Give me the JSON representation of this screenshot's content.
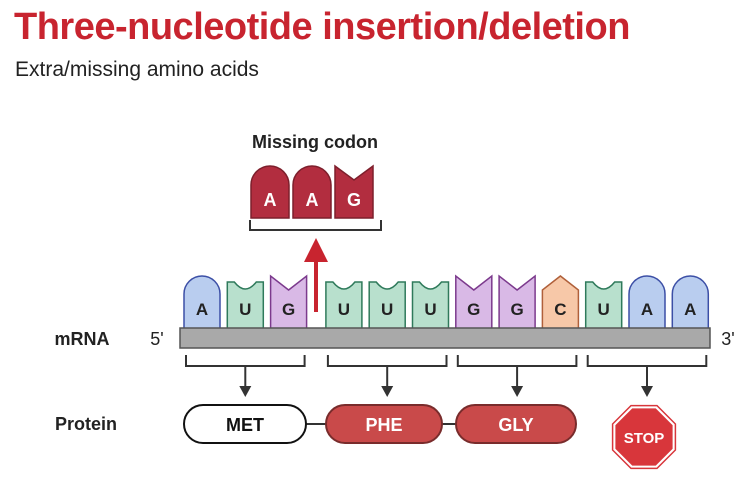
{
  "title": "Three-nucleotide insertion/deletion",
  "subtitle": "Extra/missing amino acids",
  "missing": {
    "label": "Missing codon",
    "bases": [
      "A",
      "A",
      "G"
    ]
  },
  "strand": {
    "label": "mRNA",
    "five_prime": "5'",
    "three_prime": "3'",
    "bases": [
      "A",
      "U",
      "G",
      "U",
      "U",
      "U",
      "G",
      "G",
      "C",
      "U",
      "A",
      "A"
    ]
  },
  "protein": {
    "label": "Protein",
    "amino_acids": [
      "MET",
      "PHE",
      "GLY"
    ],
    "stop": "STOP"
  },
  "colors": {
    "title": "#c8242f",
    "A": "#b9cdef",
    "U": "#b8e0cd",
    "G": "#d9b9e6",
    "C": "#f7c8a8",
    "missing_codon": "#b22d3f",
    "amino_acid": "#c94a4a",
    "stop": "#d8363b",
    "backbone": "#a9a9a9"
  }
}
